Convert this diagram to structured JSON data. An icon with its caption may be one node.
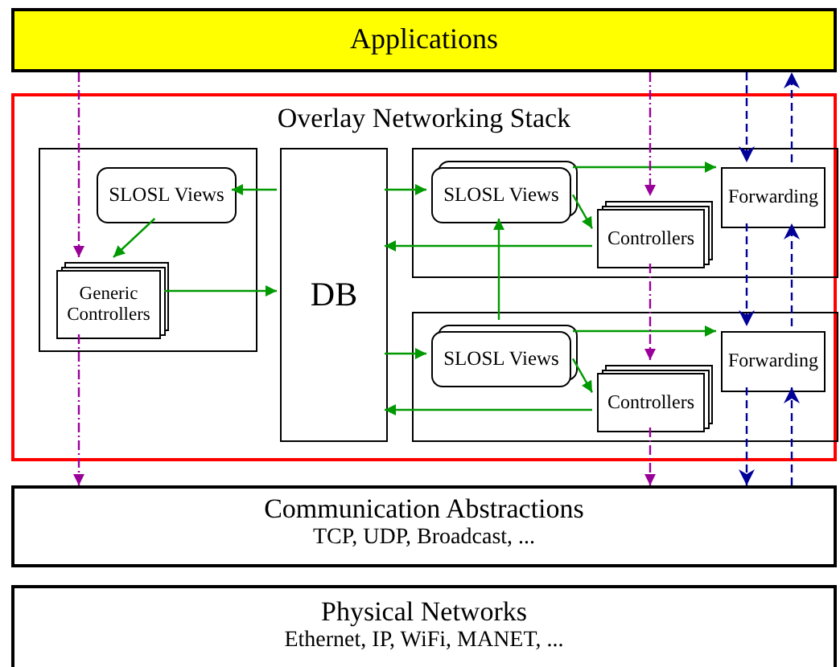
{
  "diagram": {
    "nodes": [
      {
        "text": [
          "Applications"
        ]
      },
      {
        "text": [
          "Overlay Networking Stack"
        ]
      },
      {
        "text": [],
        "shape": "box",
        "in": 1
      },
      {
        "text": [
          "SLOSL Views"
        ],
        "in": 2
      },
      {
        "text": [
          "Generic Controllers"
        ],
        "in": 2
      },
      {
        "text": [
          "DB"
        ],
        "in": 1
      },
      {
        "text": [],
        "shape": "box",
        "in": 1
      },
      {
        "text": [
          "SLOSL Views"
        ],
        "in": 6
      },
      {
        "text": [
          "Controllers"
        ],
        "in": 6
      },
      {
        "text": [
          "Forwarding"
        ],
        "in": 6
      },
      {
        "text": [],
        "shape": "box",
        "in": 1
      },
      {
        "text": [
          "SLOSL Views"
        ],
        "in": 10
      },
      {
        "text": [
          "Controllers"
        ],
        "in": 10
      },
      {
        "text": [
          "Forwarding"
        ],
        "in": 10
      },
      {
        "text": [
          "Communication Abstractions",
          "TCP, UDP, Broadcast, ..."
        ]
      },
      {
        "text": [
          "Physical Networks",
          "Ethernet, IP, WiFi, MANET, ..."
        ]
      }
    ],
    "edges": [
      {
        "from": 5,
        "to": 3,
        "arrow": "to"
      },
      {
        "from": 3,
        "to": 4,
        "arrow": "to"
      },
      {
        "from": 4,
        "to": 5,
        "arrow": "to"
      },
      {
        "from": 5,
        "to": 7,
        "arrow": "to"
      },
      {
        "from": 8,
        "to": 5,
        "arrow": "to"
      },
      {
        "from": 7,
        "to": 8,
        "arrow": "to"
      },
      {
        "from": 7,
        "to": 9,
        "arrow": "to"
      },
      {
        "from": 5,
        "to": 11,
        "arrow": "to"
      },
      {
        "from": 12,
        "to": 5,
        "arrow": "to"
      },
      {
        "from": 11,
        "to": 12,
        "arrow": "to"
      },
      {
        "from": 11,
        "to": 13,
        "arrow": "to"
      },
      {
        "from": 11,
        "to": 7,
        "arrow": "to"
      },
      {
        "from": 0,
        "to": 4,
        "arrow": "to",
        "style": "dashed",
        "color": "#990099"
      },
      {
        "from": 4,
        "to": 14,
        "arrow": "to",
        "style": "dashed",
        "color": "#990099"
      },
      {
        "from": 0,
        "to": 8,
        "arrow": "to",
        "style": "dashed",
        "color": "#990099"
      },
      {
        "from": 8,
        "to": 12,
        "arrow": "to",
        "style": "dashed",
        "color": "#990099"
      },
      {
        "from": 12,
        "to": 14,
        "arrow": "to",
        "style": "dashed",
        "color": "#990099"
      },
      {
        "from": 0,
        "to": 9,
        "arrow": "to",
        "style": "dashed",
        "color": "#000099"
      },
      {
        "from": 9,
        "to": 13,
        "arrow": "to",
        "style": "dashed",
        "color": "#000099"
      },
      {
        "from": 13,
        "to": 14,
        "arrow": "to",
        "style": "dashed",
        "color": "#000099"
      },
      {
        "from": 14,
        "to": 13,
        "arrow": "to",
        "style": "dashed",
        "color": "#000099"
      },
      {
        "from": 13,
        "to": 9,
        "arrow": "to",
        "style": "dashed",
        "color": "#000099"
      },
      {
        "from": 9,
        "to": 0,
        "arrow": "to",
        "style": "dashed",
        "color": "#000099"
      }
    ]
  }
}
